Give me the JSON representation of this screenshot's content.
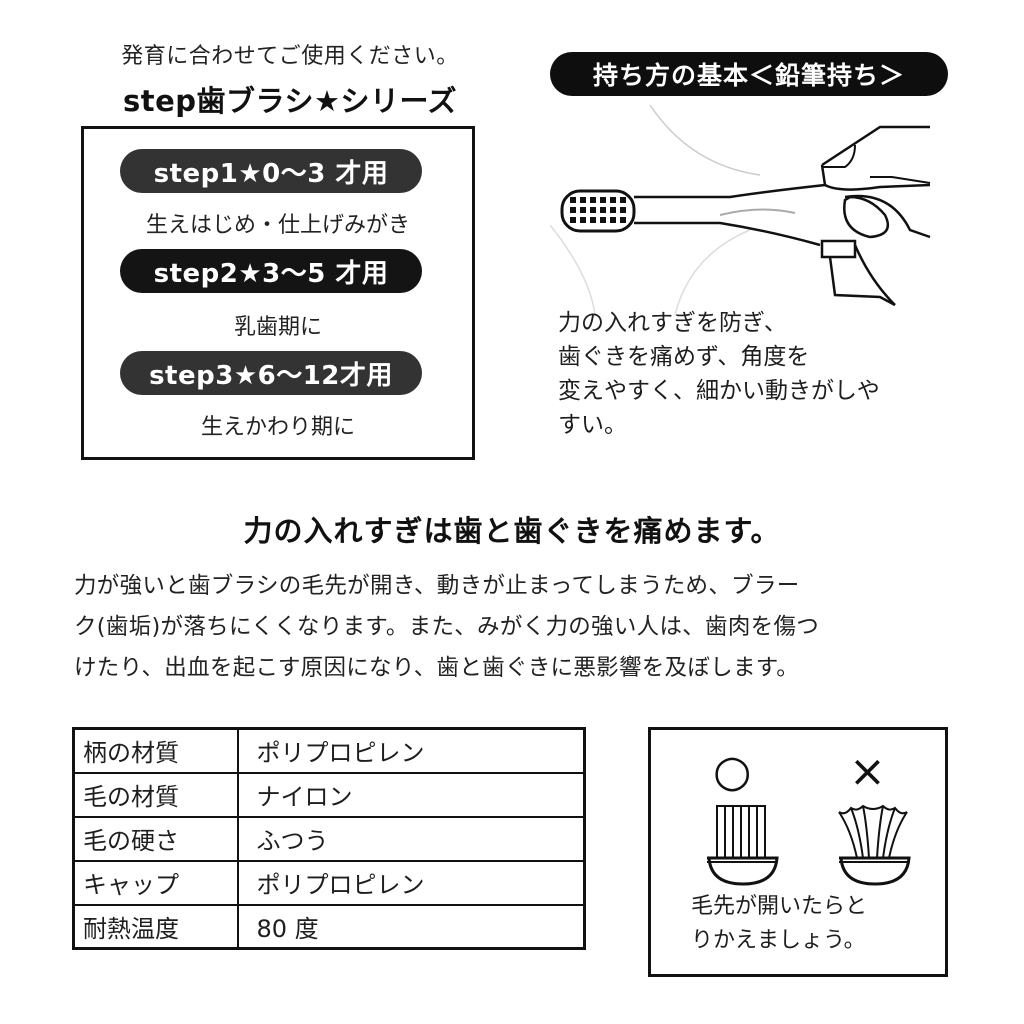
{
  "series": {
    "intro": "発育に合わせてご使用ください。",
    "title": "step歯ブラシ★シリーズ",
    "steps": [
      {
        "label": "step1★0～3 才用",
        "note": "生えはじめ・仕上げみがき"
      },
      {
        "label": "step2★3～5 才用",
        "note": "乳歯期に"
      },
      {
        "label": "step3★6～12才用",
        "note": "生えかわり期に"
      }
    ]
  },
  "holding": {
    "title": "持ち方の基本＜鉛筆持ち＞",
    "illustration_icon": "toothbrush-pencil-grip-icon",
    "lines": [
      "力の入れすぎを防ぎ、",
      "歯ぐきを痛めず、角度を",
      "変えやすく、細かい動きがしや",
      "すい。"
    ]
  },
  "warning": {
    "title": "力の入れすぎは歯と歯ぐきを痛めます。",
    "lines": [
      "力が強いと歯ブラシの毛先が開き、動きが止まってしまうため、ブラー",
      "ク(歯垢)が落ちにくくなります。また、みがく力の強い人は、歯肉を傷つ",
      "けたり、出血を起こす原因になり、歯と歯ぐきに悪影響を及ぼします。"
    ]
  },
  "specs": [
    {
      "key": "柄の材質",
      "value": "ポリプロピレン"
    },
    {
      "key": "毛の材質",
      "value": "ナイロン"
    },
    {
      "key": "毛の硬さ",
      "value": "ふつう"
    },
    {
      "key": "キャップ",
      "value": "ポリプロピレン"
    },
    {
      "key": "耐熱温度",
      "value": "80 度"
    }
  ],
  "replace": {
    "good_mark": "○",
    "bad_mark": "×",
    "good_icon": "straight-bristles-icon",
    "bad_icon": "splayed-bristles-icon",
    "lines": [
      "毛先が開いたらと",
      "りかえましょう。"
    ]
  }
}
